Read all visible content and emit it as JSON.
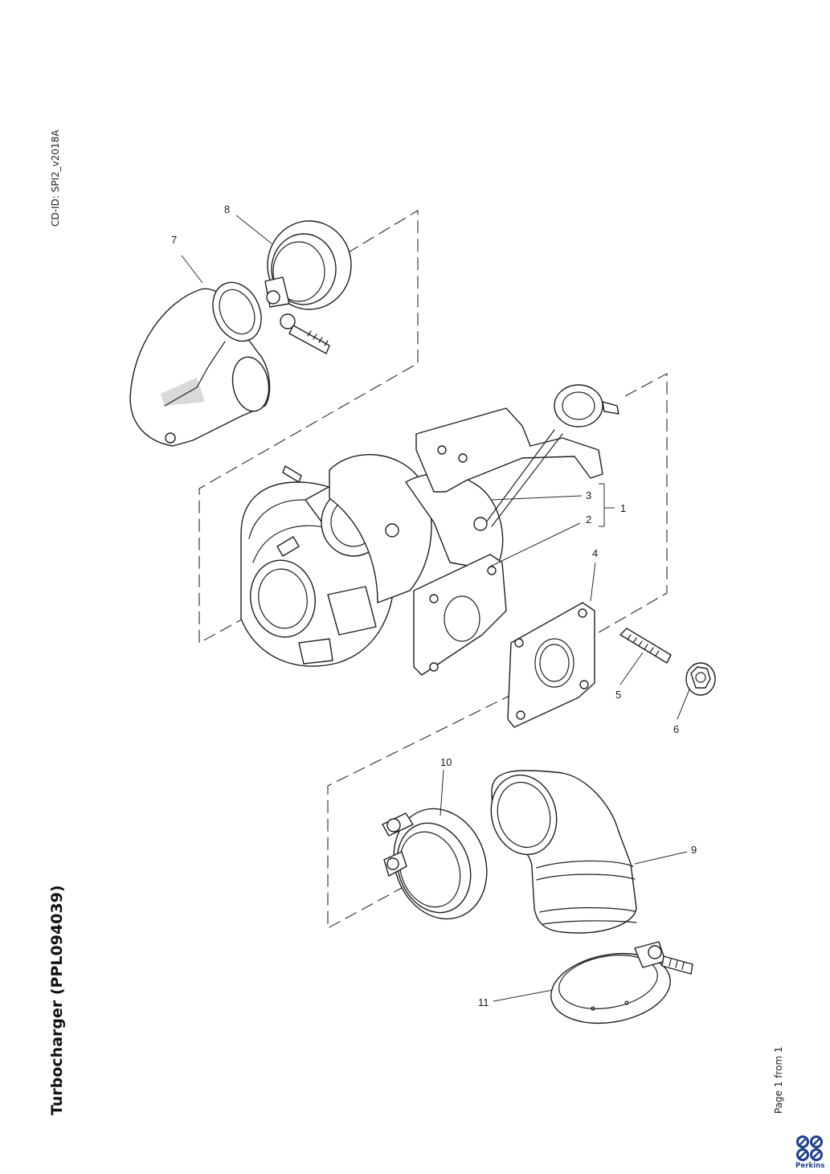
{
  "header": {
    "cd_id": "CD-ID: SPI2_v2018A"
  },
  "document": {
    "title": "Turbocharger (PPL094039)",
    "page_label": "Page 1 from 1"
  },
  "brand": {
    "name": "Perkins",
    "color": "#1d3f8f"
  },
  "callouts": [
    "1",
    "2",
    "3",
    "4",
    "5",
    "6",
    "7",
    "8",
    "9",
    "10",
    "11"
  ]
}
